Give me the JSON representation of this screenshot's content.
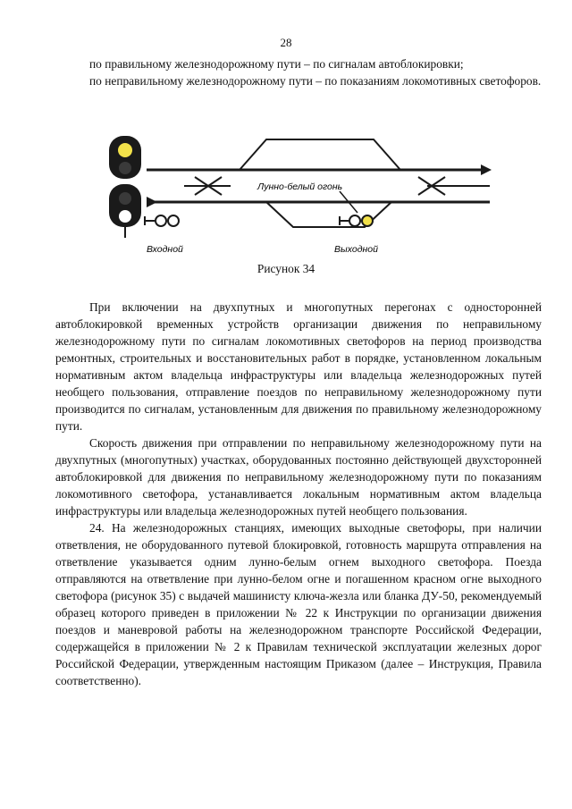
{
  "page_number": "28",
  "top_paragraphs": [
    "по правильному железнодорожному пути – по сигналам автоблокировки;",
    "по неправильному железнодорожному пути – по показаниям локомотивных светофоров."
  ],
  "figure": {
    "caption": "Рисунок 34",
    "label_entry": "Входной",
    "label_exit": "Выходной",
    "label_light": "Лунно-белый огонь",
    "colors": {
      "yellow": "#f2e14a",
      "white": "#ffffff",
      "ink": "#1a1a1a"
    }
  },
  "body_paragraphs": [
    "При включении на двухпутных и многопутных перегонах с односторонней автоблокировкой временных устройств организации движения по неправильному железнодорожному пути по сигналам локомотивных светофоров на период производства ремонтных, строительных и восстановительных работ в порядке, установленном локальным нормативным актом владельца инфраструктуры или владельца железнодорожных путей необщего пользования, отправление поездов по неправильному железнодорожному пути производится по сигналам, установленным для движения по правильному железнодорожному пути.",
    "Скорость движения при отправлении по неправильному железнодорожному пути на двухпутных (многопутных) участках, оборудованных постоянно действующей двухсторонней автоблокировкой для движения по неправильному железнодорожному пути по показаниям локомотивного светофора, устанавливается локальным нормативным актом владельца инфраструктуры или владельца железнодорожных путей необщего пользования.",
    "24. На железнодорожных станциях, имеющих выходные светофоры, при наличии ответвления, не оборудованного путевой блокировкой, готовность маршрута отправления на ответвление указывается одним лунно-белым огнем выходного светофора. Поезда отправляются на ответвление при лунно-белом огне и погашенном красном огне выходного светофора (рисунок 35) с выдачей машинисту ключа-жезла или бланка ДУ-50, рекомендуемый образец которого приведен в приложении № 22 к Инструкции по организации движения поездов и маневровой работы на железнодорожном транспорте Российской Федерации, содержащейся в приложении № 2 к Правилам технической эксплуатации железных дорог Российской Федерации, утвержденным настоящим Приказом (далее – Инструкция, Правила соответственно)."
  ]
}
